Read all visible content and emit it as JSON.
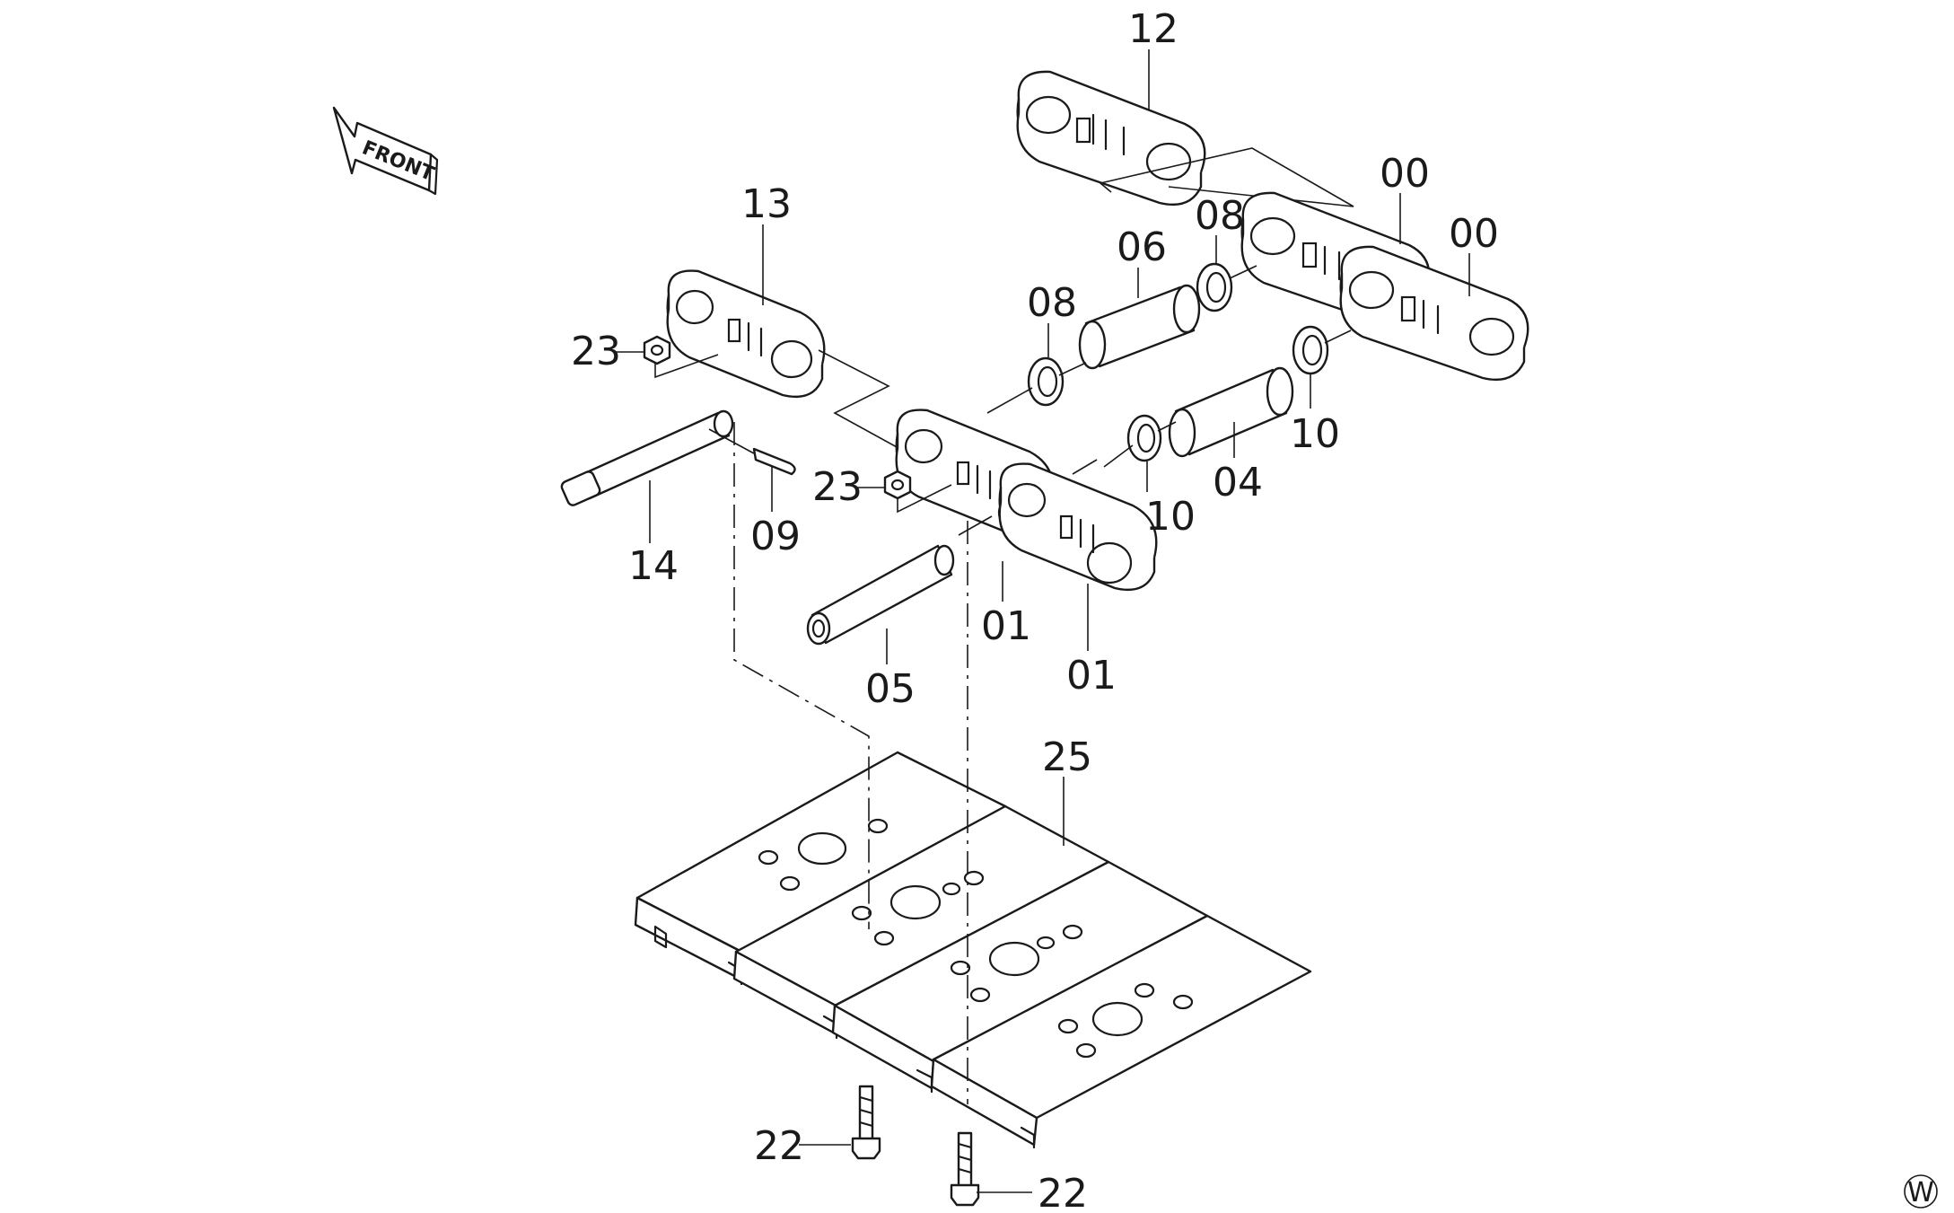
{
  "front_arrow": {
    "label": "FRONT"
  },
  "corner_mark": {
    "label": "W"
  },
  "callouts": [
    {
      "id": "12",
      "label": "12"
    },
    {
      "id": "13",
      "label": "13"
    },
    {
      "id": "00a",
      "label": "00"
    },
    {
      "id": "00b",
      "label": "00"
    },
    {
      "id": "08a",
      "label": "08"
    },
    {
      "id": "08b",
      "label": "08"
    },
    {
      "id": "06",
      "label": "06"
    },
    {
      "id": "23a",
      "label": "23"
    },
    {
      "id": "23b",
      "label": "23"
    },
    {
      "id": "10a",
      "label": "10"
    },
    {
      "id": "10b",
      "label": "10"
    },
    {
      "id": "04",
      "label": "04"
    },
    {
      "id": "14",
      "label": "14"
    },
    {
      "id": "09",
      "label": "09"
    },
    {
      "id": "01a",
      "label": "01"
    },
    {
      "id": "01b",
      "label": "01"
    },
    {
      "id": "05",
      "label": "05"
    },
    {
      "id": "25",
      "label": "25"
    },
    {
      "id": "22a",
      "label": "22"
    },
    {
      "id": "22b",
      "label": "22"
    }
  ]
}
